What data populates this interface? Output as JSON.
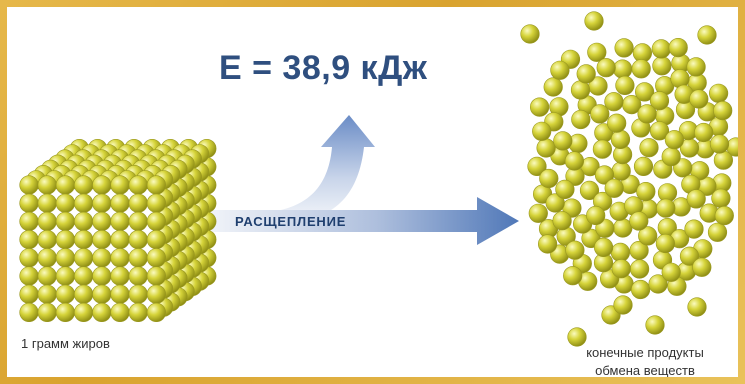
{
  "diagram": {
    "energy_formula": "E = 38,9 кДж",
    "process_label": "РАСЩЕПЛЕНИЕ",
    "cube_caption": "1 грамм жиров",
    "products_caption_line1": "конечные продукты",
    "products_caption_line2": "обмена веществ"
  },
  "colors": {
    "frame": "#d9a32f",
    "sphere_base": "#d6d43a",
    "sphere_highlight": "#fbfbc0",
    "sphere_shadow": "#8f8e14",
    "arrow_start": "#f0f3f8",
    "arrow_end": "#5078b8",
    "text_formula": "#2f4f7f"
  }
}
